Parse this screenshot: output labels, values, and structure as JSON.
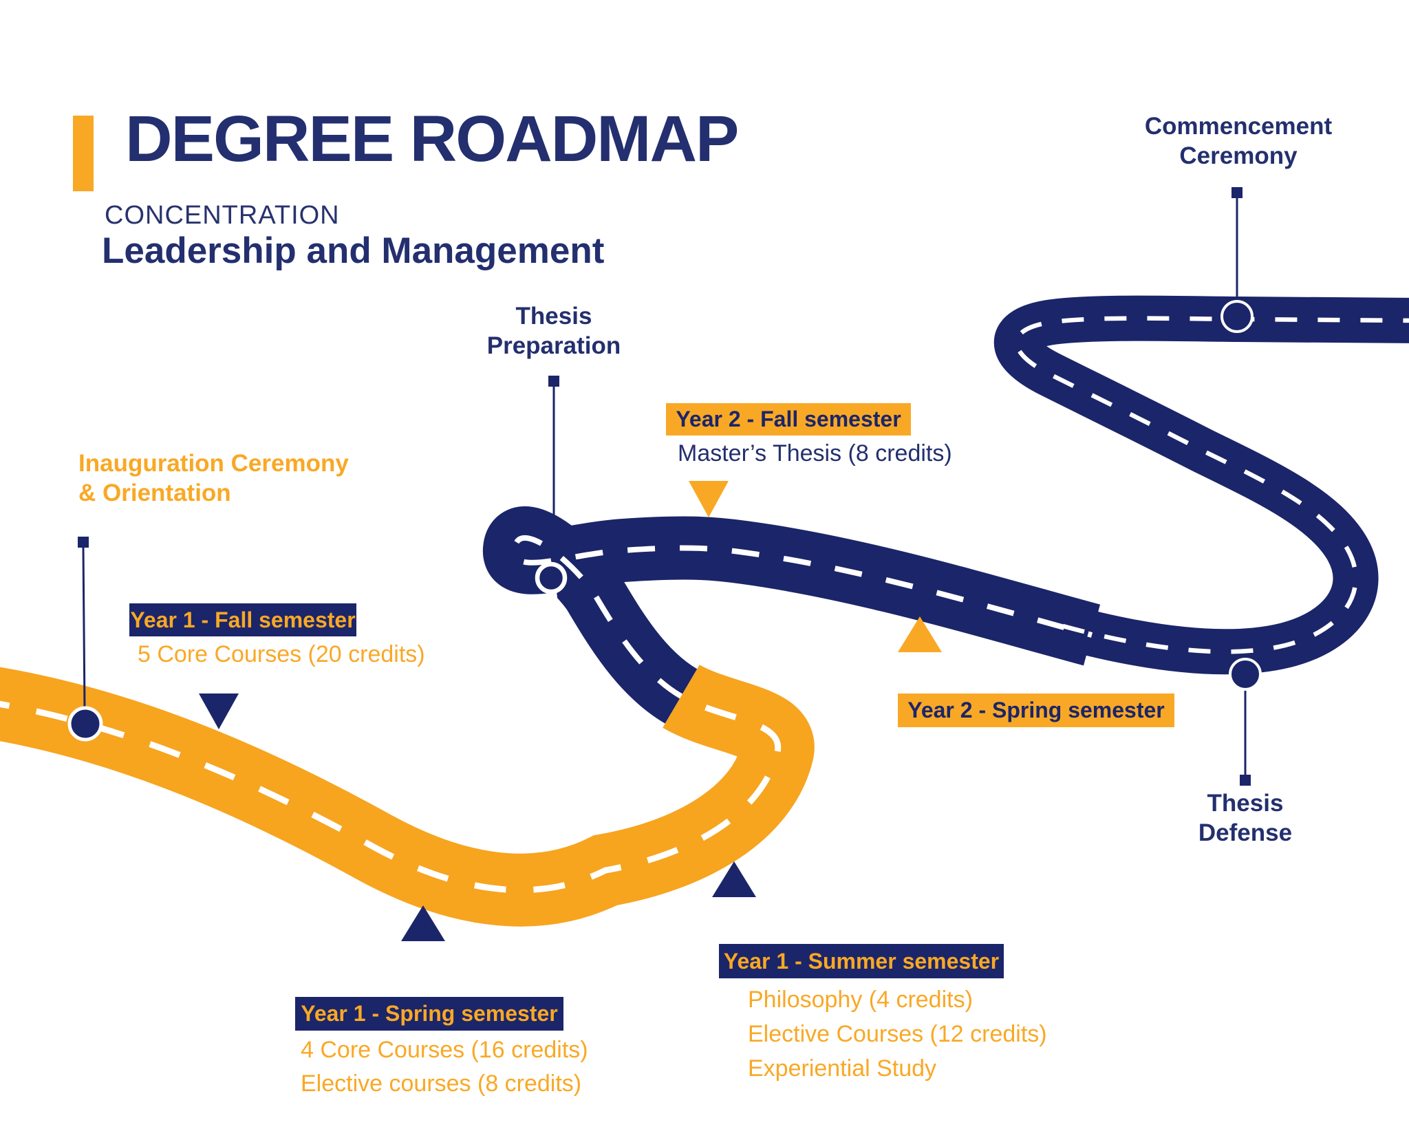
{
  "header": {
    "title": "DEGREE ROADMAP",
    "concentration_label": "CONCENTRATION",
    "concentration_value": "Leadership and Management"
  },
  "colors": {
    "road_navy": "#1B2569",
    "road_orange": "#F7A41F",
    "badge_navy": "#1B2569",
    "badge_orange": "#F9A825",
    "text_navy": "#232F6E",
    "text_orange": "#F9A825",
    "dash_white": "#FFFFFF"
  },
  "milestones": {
    "inauguration": {
      "line1": "Inauguration Ceremony",
      "line2": "& Orientation"
    },
    "y1_fall": {
      "badge": "Year 1 - Fall semester",
      "details": [
        "5 Core Courses (20 credits)"
      ]
    },
    "y1_spring": {
      "badge": "Year 1 - Spring semester",
      "details": [
        "4 Core Courses (16 credits)",
        "Elective courses (8 credits)"
      ]
    },
    "y1_summer": {
      "badge": "Year 1 - Summer semester",
      "details": [
        "Philosophy (4 credits)",
        "Elective Courses (12 credits)",
        "Experiential Study"
      ]
    },
    "thesis_preparation": {
      "line1": "Thesis",
      "line2": "Preparation"
    },
    "y2_fall": {
      "badge": "Year 2 - Fall semester",
      "details": [
        "Master’s Thesis (8 credits)"
      ]
    },
    "y2_spring": {
      "badge": "Year 2 - Spring semester"
    },
    "thesis_defense": {
      "line1": "Thesis",
      "line2": "Defense"
    },
    "commencement": {
      "line1": "Commencement",
      "line2": "Ceremony"
    }
  }
}
